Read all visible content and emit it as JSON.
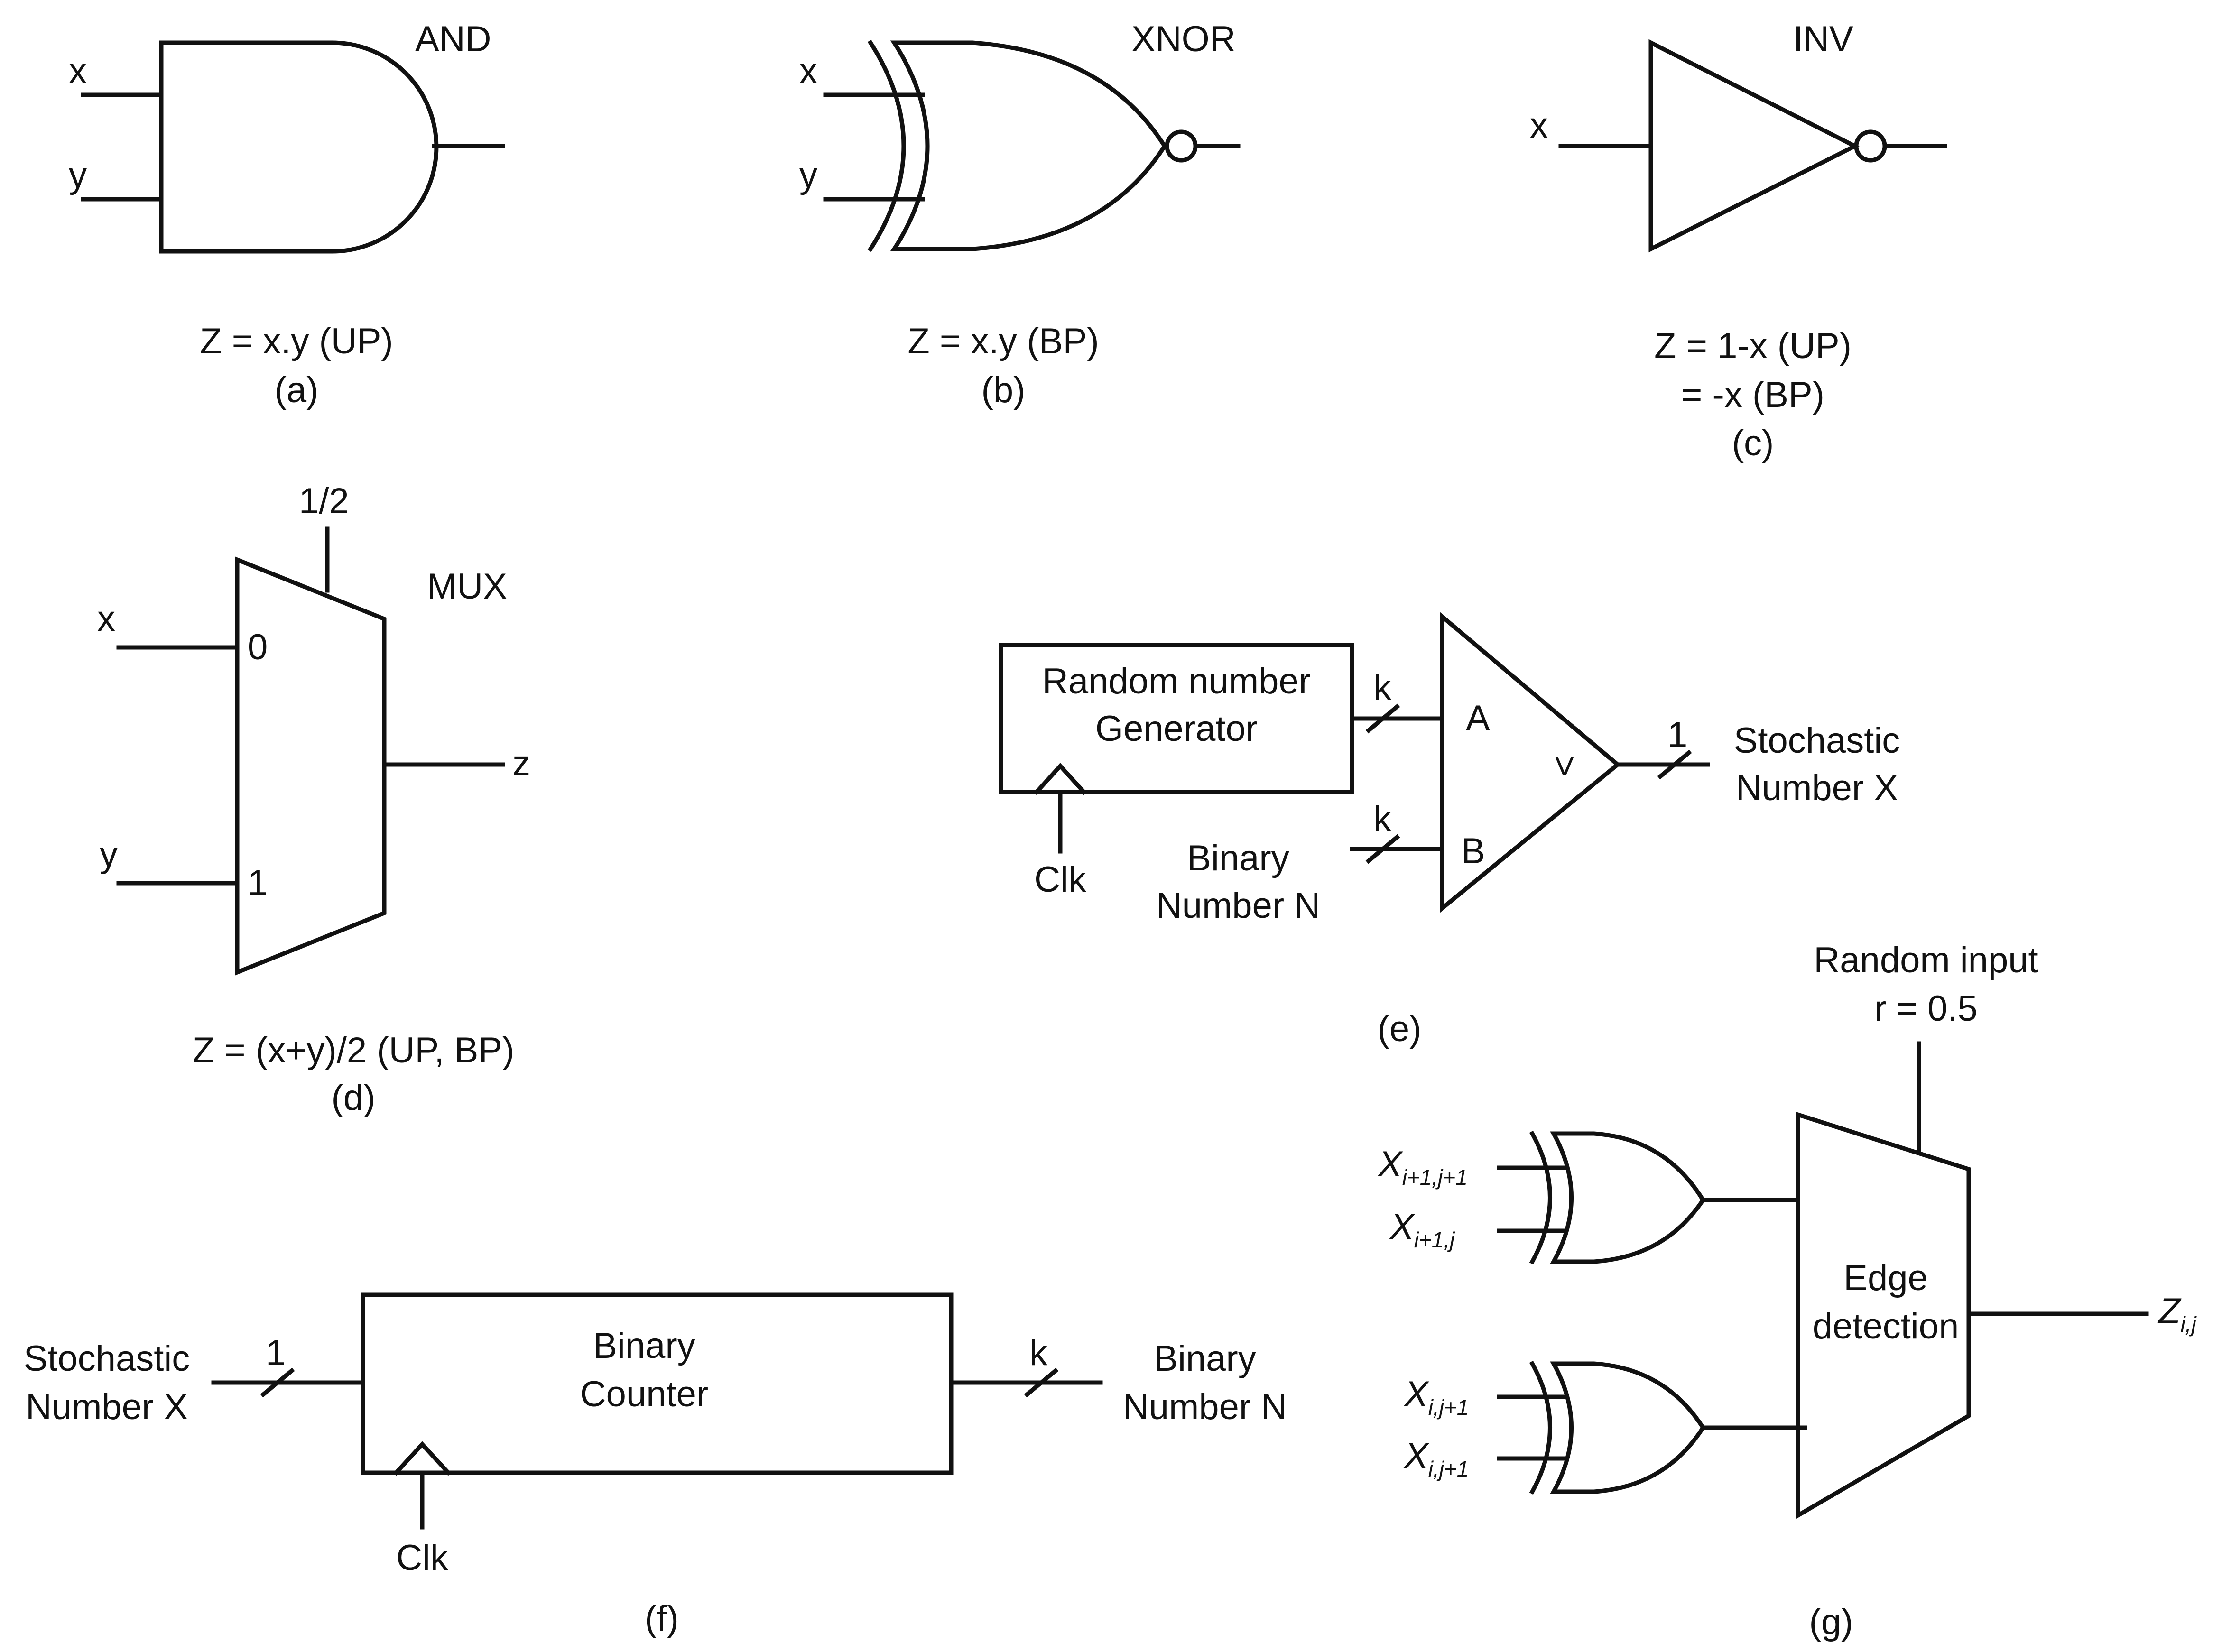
{
  "colors": {
    "ink": "#111111",
    "background": "#ffffff"
  },
  "panel_a": {
    "gate": "AND",
    "in1": "x",
    "in2": "y",
    "formula": "Z = x.y (UP)",
    "caption": "(a)"
  },
  "panel_b": {
    "gate": "XNOR",
    "in1": "x",
    "in2": "y",
    "formula": "Z = x.y (BP)",
    "caption": "(b)"
  },
  "panel_c": {
    "gate": "INV",
    "in1": "x",
    "formula1": "Z = 1-x (UP)",
    "formula2": "= -x (BP)",
    "caption": "(c)"
  },
  "panel_d": {
    "gate": "MUX",
    "select": "1/2",
    "in0": "x",
    "in1": "y",
    "port0": "0",
    "port1": "1",
    "out": "z",
    "formula": "Z = (x+y)/2 (UP, BP)",
    "caption": "(d)"
  },
  "panel_e": {
    "rng_line1": "Random number",
    "rng_line2": "Generator",
    "clk": "Clk",
    "bus_a": "k",
    "bus_b": "k",
    "port_a": "A",
    "port_b": "B",
    "compare": "<",
    "bin_line1": "Binary",
    "bin_line2": "Number N",
    "out_bus": "1",
    "out_line1": "Stochastic",
    "out_line2": "Number X",
    "caption": "(e)"
  },
  "panel_f": {
    "in_line1": "Stochastic",
    "in_line2": "Number X",
    "in_bus": "1",
    "box_line1": "Binary",
    "box_line2": "Counter",
    "clk": "Clk",
    "out_bus": "k",
    "out_line1": "Binary",
    "out_line2": "Number N",
    "caption": "(f)"
  },
  "panel_g": {
    "rand_line1": "Random input",
    "rand_line2": "r = 0.5",
    "in1_base": "X",
    "in1_sub": "i+1,j+1",
    "in2_base": "X",
    "in2_sub": "i+1,j",
    "in3_base": "X",
    "in3_sub": "i,j+1",
    "in4_base": "X",
    "in4_sub": "i,j+1",
    "box_line1": "Edge",
    "box_line2": "detection",
    "out_base": "Z",
    "out_sub": "i,j",
    "caption": "(g)"
  }
}
